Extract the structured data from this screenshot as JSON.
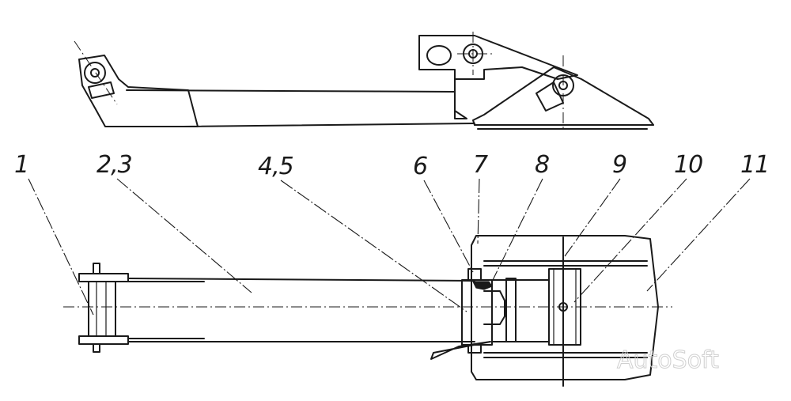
{
  "callouts": {
    "c1": "1",
    "c2": "2,3",
    "c3": "4,5",
    "c4": "6",
    "c5": "7",
    "c6": "8",
    "c7": "9",
    "c8": "10",
    "c9": "11"
  },
  "watermark": "AutoSoft",
  "colors": {
    "ink": "#1a1a1a",
    "paper": "#ffffff",
    "watermark": "#cfcfcf"
  }
}
